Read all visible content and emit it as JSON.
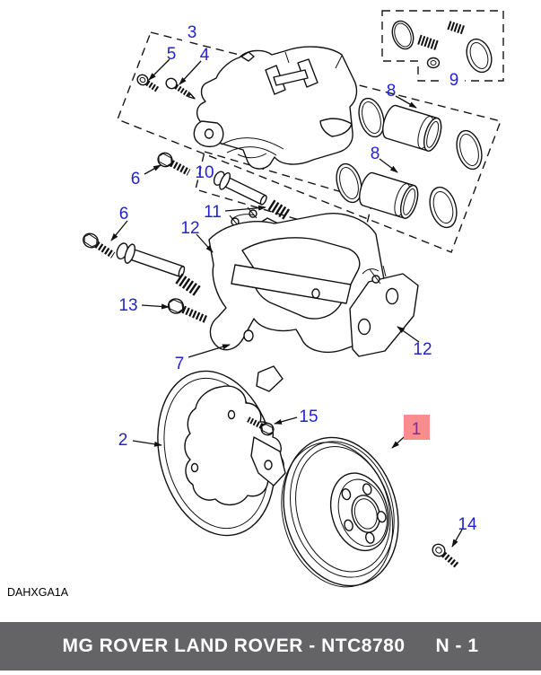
{
  "diagram": {
    "code": "DAHXGA1A",
    "callouts": [
      {
        "label": "3",
        "highlighted": false
      },
      {
        "label": "5",
        "highlighted": false
      },
      {
        "label": "4",
        "highlighted": false
      },
      {
        "label": "9",
        "highlighted": false
      },
      {
        "label": "8",
        "highlighted": false
      },
      {
        "label": "8",
        "highlighted": false
      },
      {
        "label": "6",
        "highlighted": false
      },
      {
        "label": "10",
        "highlighted": false
      },
      {
        "label": "6",
        "highlighted": false
      },
      {
        "label": "11",
        "highlighted": false
      },
      {
        "label": "12",
        "highlighted": false
      },
      {
        "label": "13",
        "highlighted": false
      },
      {
        "label": "7",
        "highlighted": false
      },
      {
        "label": "12",
        "highlighted": false
      },
      {
        "label": "2",
        "highlighted": false
      },
      {
        "label": "15",
        "highlighted": false
      },
      {
        "label": "1",
        "highlighted": true
      },
      {
        "label": "14",
        "highlighted": false
      }
    ],
    "colors": {
      "callout_blue": "#2323D0",
      "highlight_fill": "#F98C8C",
      "highlight_text": "#7B2F8E",
      "line": "#111111"
    }
  },
  "footer": {
    "title": "MG ROVER LAND ROVER - NTC8780",
    "page_ref": "N - 1",
    "bg": "#646466",
    "text_color": "#FFFFFF"
  }
}
